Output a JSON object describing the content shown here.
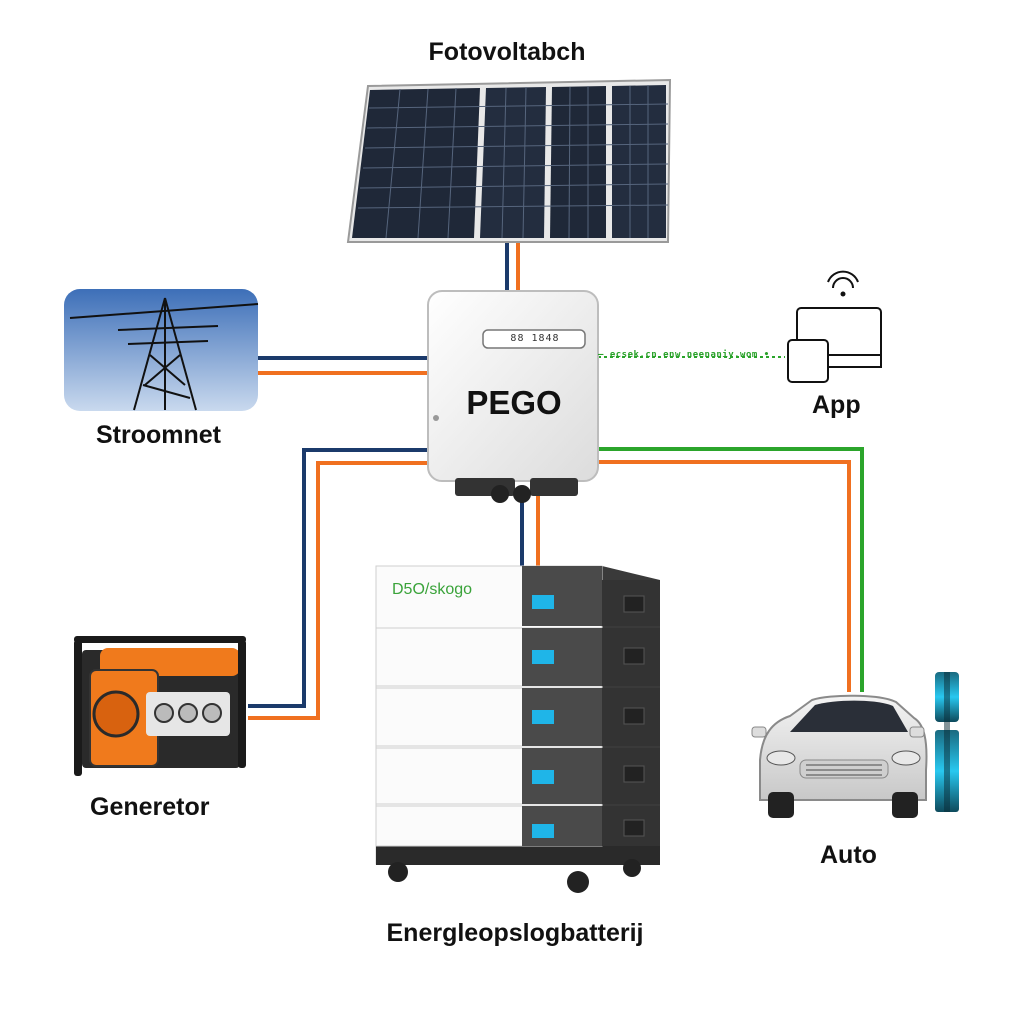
{
  "labels": {
    "solar": "Fotovoltabch",
    "grid": "Stroomnet",
    "app": "App",
    "generator": "Generetor",
    "car": "Auto",
    "battery": "Energleopslogbatterij"
  },
  "inverter": {
    "brand": "PEGO",
    "display": "88 1848"
  },
  "battery": {
    "brand": "D5O/skogo",
    "modules": 5
  },
  "app_link_text": "— ecsek.cn enw neenaniy.wom •",
  "colors": {
    "dc_negative": "#1b3a6b",
    "dc_positive": "#f07020",
    "data_link": "#2ba52b",
    "module_indicator": "#1fb5e8"
  }
}
